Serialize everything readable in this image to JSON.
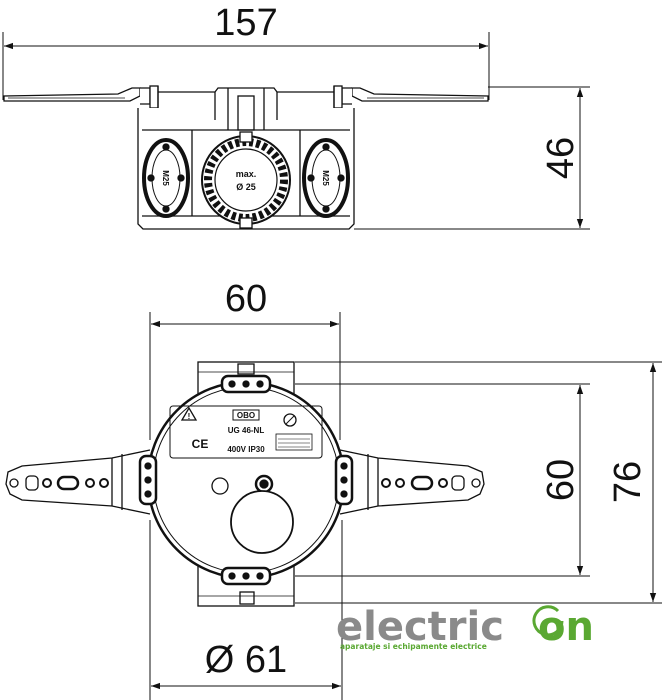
{
  "top_view": {
    "width_dim": "157",
    "height_dim": "46",
    "knockout_left_label": "M25",
    "knockout_center_line1": "max.",
    "knockout_center_line2": "Ø 25",
    "knockout_right_label": "M25"
  },
  "front_view": {
    "inner_width_dim": "60",
    "inner_height_dim": "60",
    "outer_height_dim": "76",
    "diameter_dim": "Ø 61",
    "brand_mark": "OBO",
    "model": "UG 46-NL",
    "rating": "400V  IP30",
    "ce_mark": "CE"
  },
  "watermark": {
    "name_part1": "electric",
    "name_part2": "on",
    "tagline": "aparataje si echipamente electrice"
  },
  "colors": {
    "line": "#111111",
    "watermark_gray": "#8a8a8a",
    "watermark_green": "#5aa832"
  }
}
